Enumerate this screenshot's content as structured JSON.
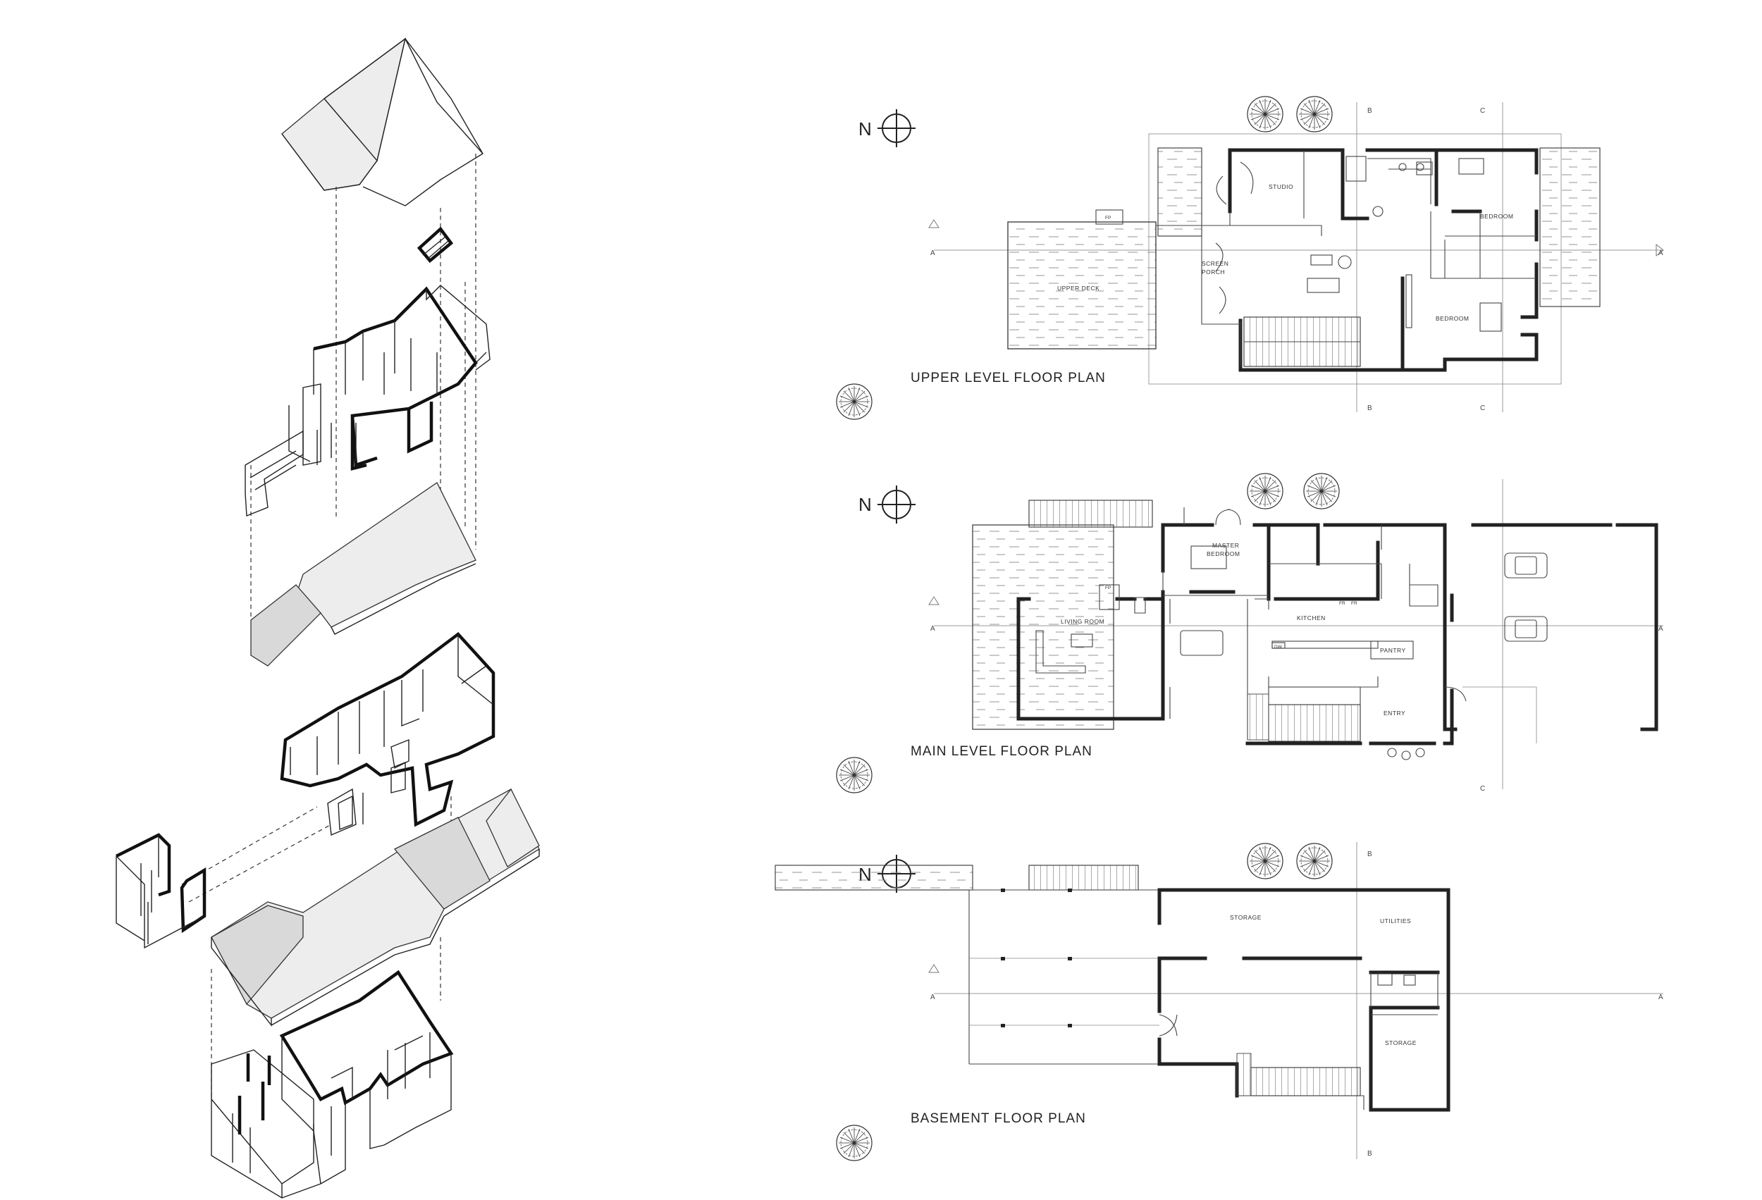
{
  "plans": {
    "upper": {
      "title": "UPPER LEVEL FLOOR PLAN",
      "rooms": {
        "studio": "STUDIO",
        "bedroom1": "BEDROOM",
        "bedroom2": "BEDROOM",
        "screen_porch_1": "SCREEN",
        "screen_porch_2": "PORCH",
        "upper_deck": "UPPER DECK",
        "fp": "FP"
      }
    },
    "main": {
      "title": "MAIN LEVEL FLOOR PLAN",
      "rooms": {
        "master_1": "MASTER",
        "master_2": "BEDROOM",
        "living": "LIVING ROOM",
        "kitchen": "KITCHEN",
        "pantry": "PANTRY",
        "entry": "ENTRY",
        "dw": "DW",
        "fp": "FP",
        "fr1": "FR",
        "fr2": "FR"
      }
    },
    "basement": {
      "title": "BASEMENT FLOOR PLAN",
      "rooms": {
        "storage1": "STORAGE",
        "utilities": "UTILITIES",
        "storage2": "STORAGE"
      }
    }
  },
  "north_label": "N",
  "grid_labels": {
    "a": "A",
    "b": "B",
    "c": "C"
  },
  "colors": {
    "ink": "#222222",
    "shade": "#d9d9d9",
    "paper": "#ffffff"
  }
}
